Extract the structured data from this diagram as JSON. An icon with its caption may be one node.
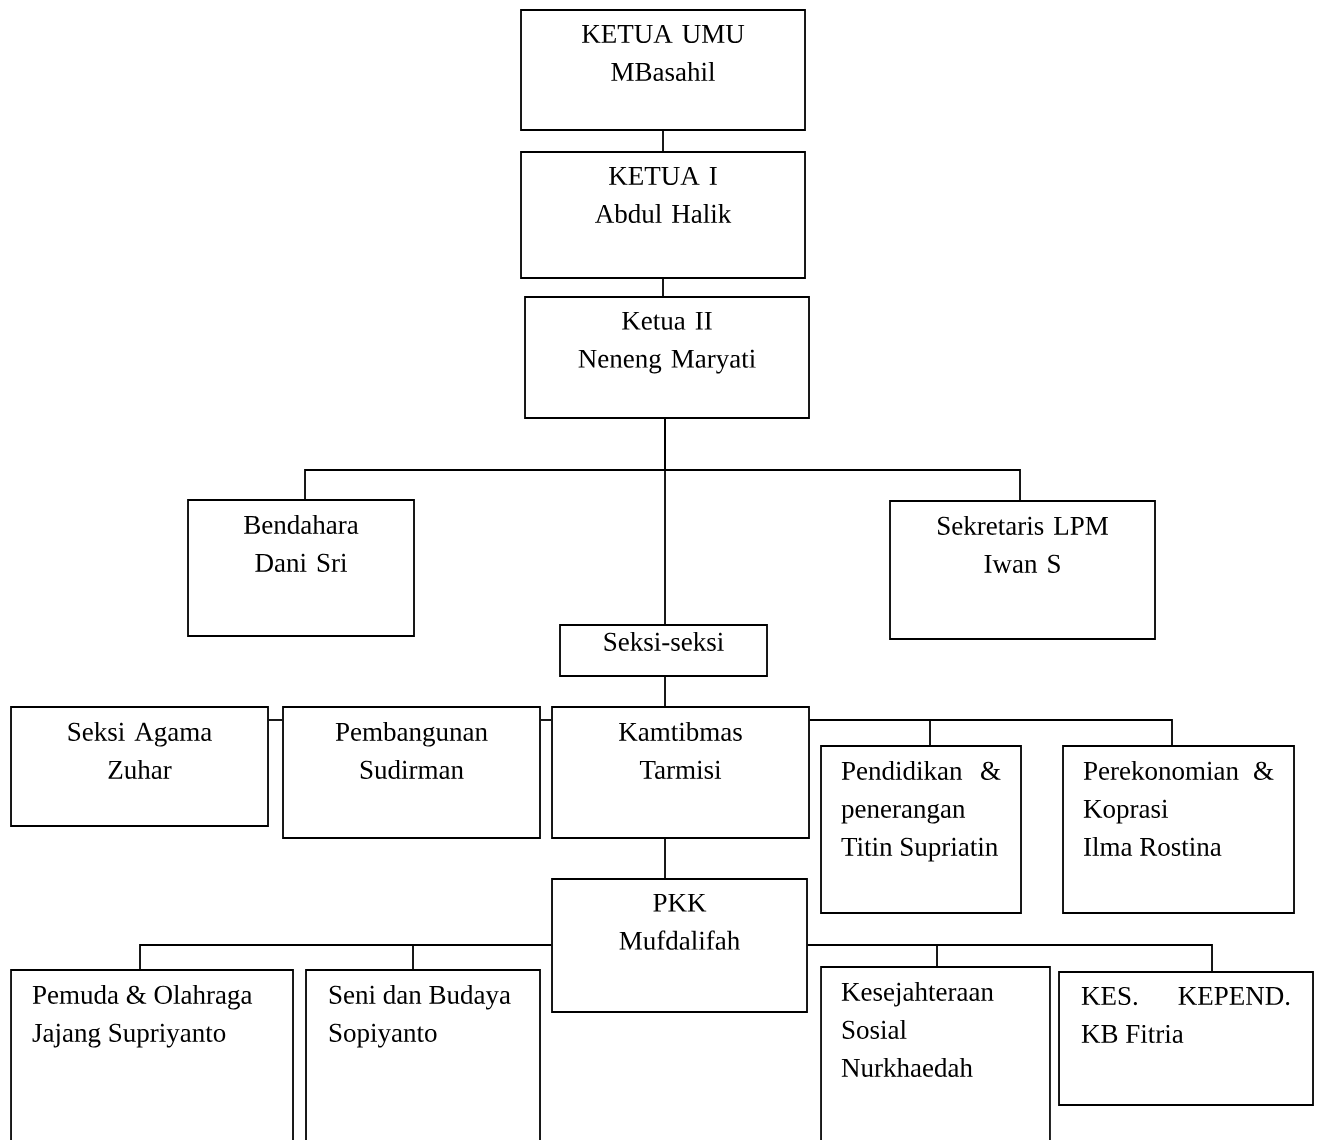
{
  "diagram": {
    "nodes": [
      {
        "text": [
          "KETUA UMU",
          "MBasahil"
        ]
      },
      {
        "text": [
          "KETUA I",
          "Abdul Halik"
        ]
      },
      {
        "text": [
          "Ketua II",
          "Neneng Maryati"
        ]
      },
      {
        "text": [
          "Bendahara",
          "Dani Sri"
        ]
      },
      {
        "text": [
          "Sekretaris LPM",
          "Iwan S"
        ]
      },
      {
        "text": [
          "Seksi-seksi"
        ]
      },
      {
        "text": [
          "Seksi Agama",
          "Zuhar"
        ]
      },
      {
        "text": [
          "Pembangunan",
          "Sudirman"
        ]
      },
      {
        "text": [
          "Kamtibmas",
          "Tarmisi"
        ]
      },
      {
        "text": [
          "Pendidikan & penerangan",
          "Titin Supriatin"
        ]
      },
      {
        "text": [
          "Perekonomian & Koprasi",
          "Ilma Rostina"
        ]
      },
      {
        "text": [
          "PKK",
          "Mufdalifah"
        ]
      },
      {
        "text": [
          "Pemuda & Olahraga",
          "Jajang Supriyanto"
        ]
      },
      {
        "text": [
          "Seni dan Budaya",
          "Sopiyanto"
        ]
      },
      {
        "text": [
          "Kesejahteraan Sosial",
          "Nurkhaedah"
        ]
      },
      {
        "text": [
          "KES. KEPEND. KB Fitria"
        ]
      }
    ],
    "edges": [
      {
        "from": 0,
        "to": 1,
        "arrow": "none"
      },
      {
        "from": 1,
        "to": 2,
        "arrow": "none"
      },
      {
        "from": 2,
        "to": 3,
        "arrow": "none"
      },
      {
        "from": 2,
        "to": 4,
        "arrow": "none"
      },
      {
        "from": 2,
        "to": 5,
        "arrow": "none"
      },
      {
        "from": 5,
        "to": 8,
        "arrow": "none"
      },
      {
        "from": 8,
        "to": 7,
        "arrow": "none"
      },
      {
        "from": 7,
        "to": 6,
        "arrow": "none"
      },
      {
        "from": 8,
        "to": 9,
        "arrow": "none"
      },
      {
        "from": 8,
        "to": 10,
        "arrow": "none"
      },
      {
        "from": 8,
        "to": 11,
        "arrow": "none"
      },
      {
        "from": 11,
        "to": 12,
        "arrow": "none"
      },
      {
        "from": 11,
        "to": 13,
        "arrow": "none"
      },
      {
        "from": 11,
        "to": 14,
        "arrow": "none"
      },
      {
        "from": 11,
        "to": 15,
        "arrow": "none"
      }
    ]
  }
}
